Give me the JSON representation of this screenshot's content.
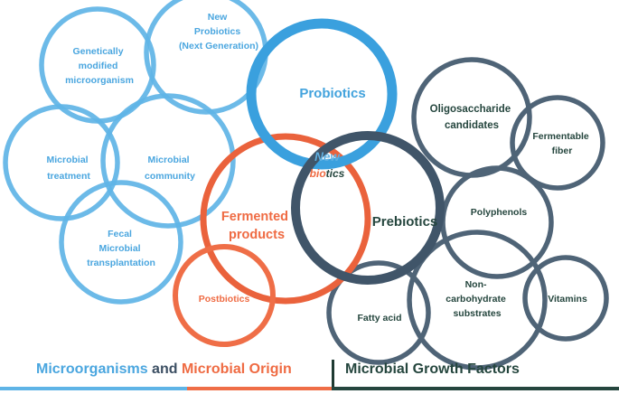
{
  "circles": {
    "gmo": [
      "Genetically",
      "modified",
      "microorganism"
    ],
    "next_gen": [
      "New",
      "Probiotics",
      "(Next Generation)"
    ],
    "probiotics": "Probiotics",
    "microbial_treatment": [
      "Microbial",
      "treatment"
    ],
    "microbial_community": [
      "Microbial",
      "community"
    ],
    "fecal": [
      "Fecal",
      "Microbial",
      "transplantation"
    ],
    "fermented": [
      "Fermented",
      "products"
    ],
    "postbiotics": "Postbiotics",
    "prebiotics": "Prebiotics",
    "oligosaccharide": [
      "Oligosaccharide",
      "candidates"
    ],
    "fermentable_fiber": [
      "Fermentable",
      "fiber"
    ],
    "polyphenols": "Polyphenols",
    "fatty_acid": "Fatty acid",
    "non_carb": [
      "Non-",
      "carbohydrate",
      "substrates"
    ],
    "vitamins": "Vitamins"
  },
  "newbiotics": {
    "new": "New",
    "bio": "bio",
    "tics": "tics"
  },
  "footer": {
    "left_part1": "Microorganisms",
    "left_and": " and ",
    "left_part2": "Microbial Origin",
    "right": "Microbial Growth Factors"
  },
  "colors": {
    "blue": "#5fb4e6",
    "orange": "#ef6e47",
    "slate": "#4f6477",
    "dark_green": "#25463e"
  }
}
